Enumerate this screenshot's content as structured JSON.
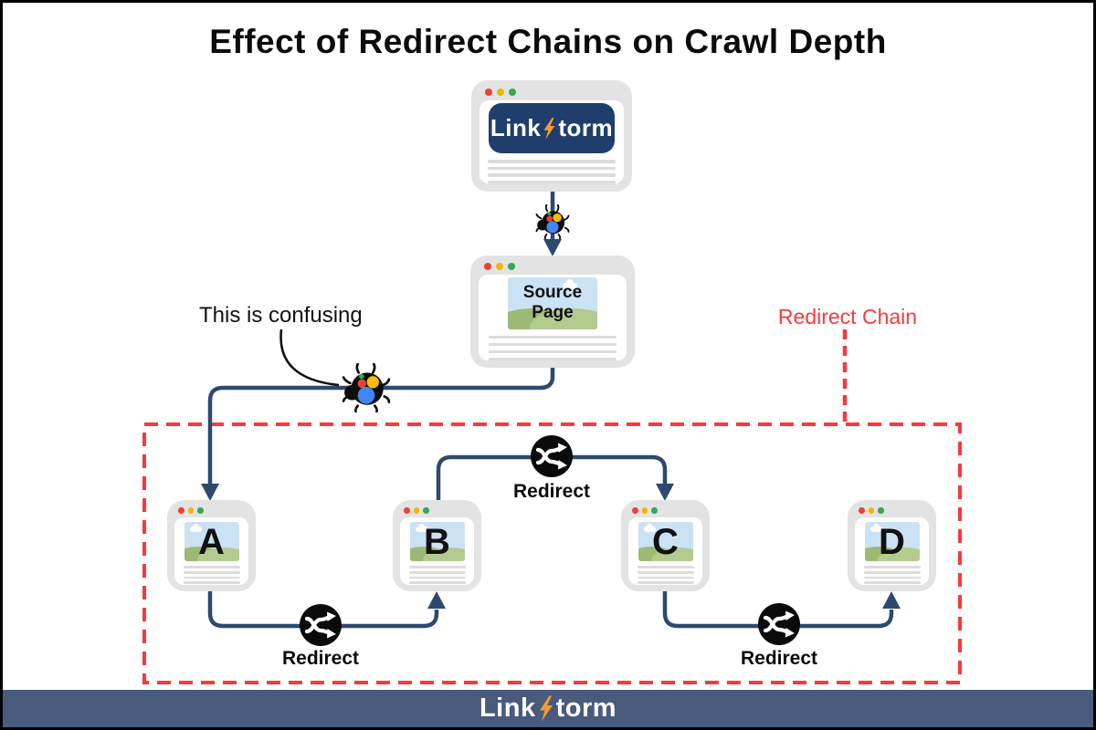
{
  "title": "Effect of Redirect Chains on Crawl Depth",
  "brand_window": {
    "logo_prefix": "Link",
    "logo_suffix": "torm"
  },
  "crawler": {
    "annotation_text": "This is confusing"
  },
  "source_window": {
    "label": "Source Page"
  },
  "redirect_chain_box": {
    "label": "Redirect Chain"
  },
  "pages": [
    {
      "letter": "A"
    },
    {
      "letter": "B"
    },
    {
      "letter": "C"
    },
    {
      "letter": "D"
    }
  ],
  "redirects": [
    {
      "label": "Redirect"
    },
    {
      "label": "Redirect"
    },
    {
      "label": "Redirect"
    }
  ],
  "footer": {
    "logo_prefix": "Link",
    "logo_suffix": "torm"
  },
  "icons": {
    "crawler": "bug-icon",
    "redirect": "shuffle-icon",
    "brand": "lightning-bolt-icon",
    "window_controls": [
      "close-dot-icon",
      "minimize-dot-icon",
      "maximize-dot-icon"
    ]
  },
  "colors": {
    "connector_navy": "#2d4a6e",
    "brand_navy": "#1f3e6b",
    "brand_orange": "#f39c2d",
    "chain_red": "#f53b3b",
    "footer_slate": "#485b7e",
    "bug_red": "#ea4335",
    "bug_yellow": "#fbbc05",
    "bug_green": "#34a853",
    "bug_blue": "#4285f4"
  }
}
